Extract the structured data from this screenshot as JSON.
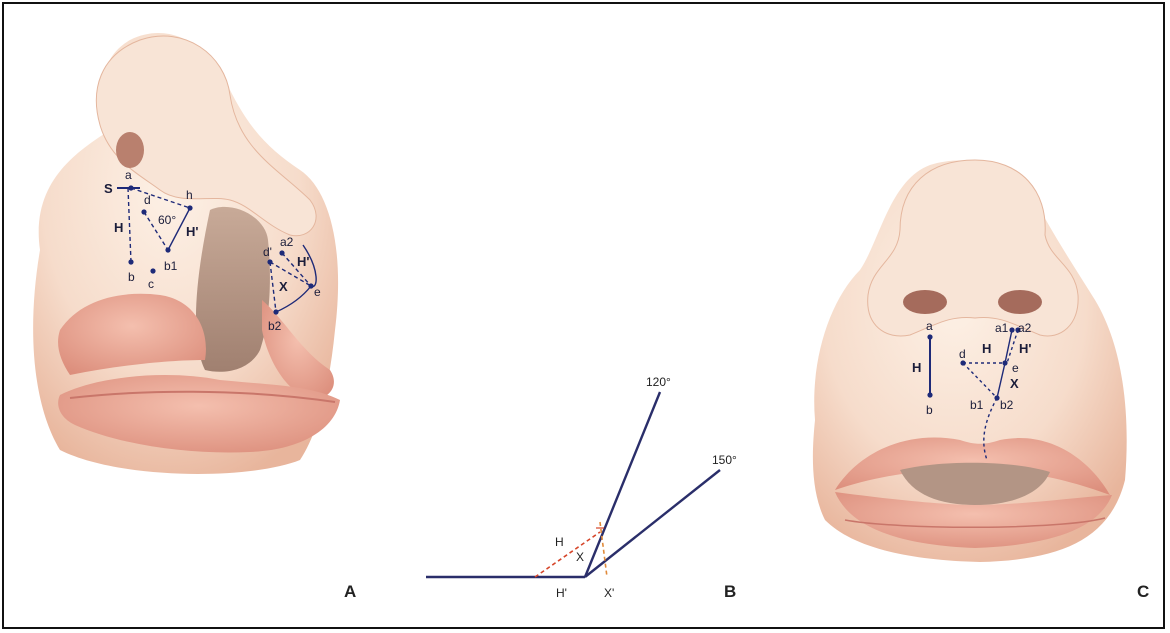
{
  "colors": {
    "skin": "#f6dccb",
    "skin_shadow": "#e9b9a1",
    "lip": "#eaa08e",
    "lip_dark": "#c9766a",
    "cavity": "#b59989",
    "marking": "#1e2a78",
    "dashed_red": "#d6462a",
    "dashed_orange": "#e08a3a",
    "line_dark": "#2a2e6a"
  },
  "panels": [
    {
      "letter": "A",
      "labels": {
        "s": "S",
        "a": "a",
        "d": "d",
        "h": "h",
        "angle": "60°",
        "H": "H",
        "H_prime": "H'",
        "b": "b",
        "c": "c",
        "b1": "b1",
        "d_prime": "d'",
        "a2": "a2",
        "H_prime_right": "H'",
        "X": "X",
        "e": "e",
        "b2": "b2"
      }
    },
    {
      "letter": "B",
      "labels": {
        "angle_120": "120°",
        "angle_150": "150°",
        "H": "H",
        "X": "X",
        "H_prime": "H'",
        "X_prime": "X'"
      }
    },
    {
      "letter": "C",
      "labels": {
        "a": "a",
        "a1": "a1",
        "a2": "a2",
        "H_prime": "H'",
        "H": "H",
        "H_mid": "H",
        "d": "d",
        "e": "e",
        "X": "X",
        "b": "b",
        "b1": "b1",
        "b2": "b2"
      }
    }
  ]
}
